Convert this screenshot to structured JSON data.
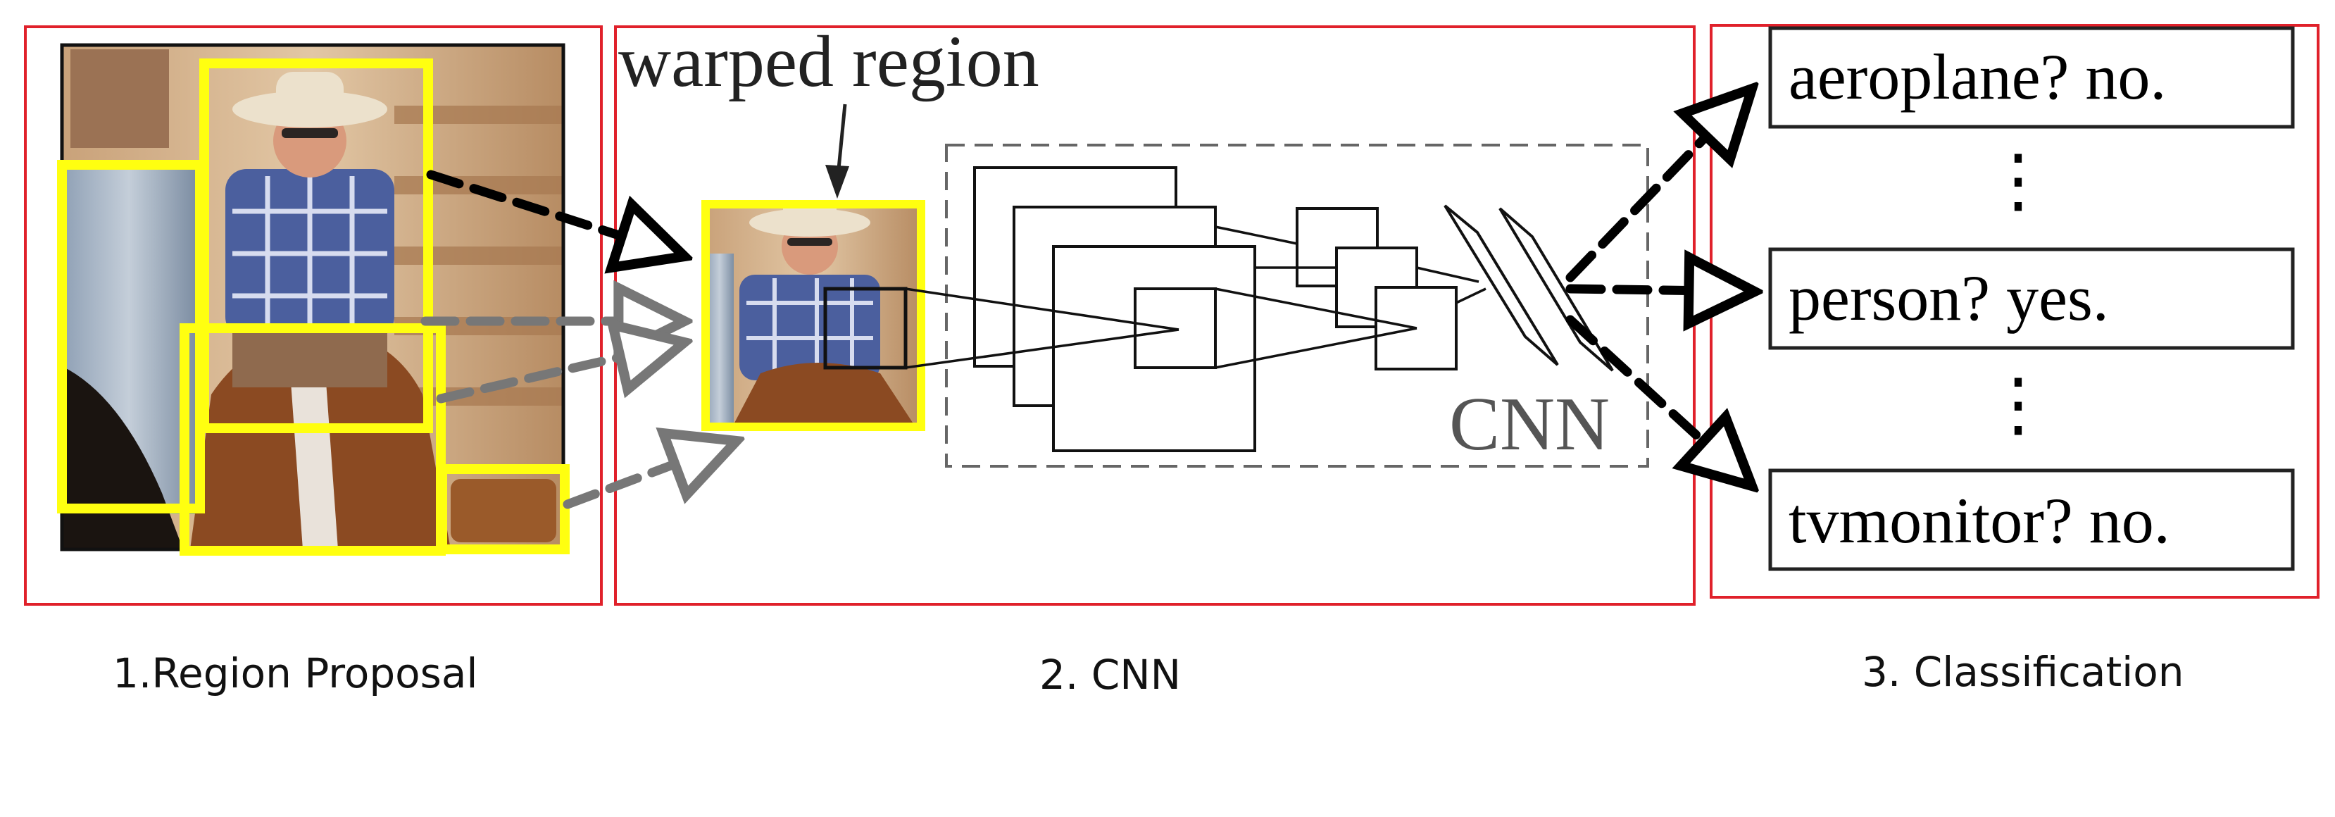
{
  "stages": {
    "region_proposal": {
      "caption": "1.Region Proposal"
    },
    "cnn": {
      "caption": "2. CNN",
      "warped_label": "warped region",
      "network_label": "CNN"
    },
    "classification": {
      "caption": "3. Classification",
      "results": [
        {
          "text": "aeroplane? no."
        },
        {
          "text": "person? yes."
        },
        {
          "text": "tvmonitor? no."
        }
      ],
      "ellipsis": "⋮"
    }
  },
  "colors": {
    "frame": "#e0212b",
    "proposal_box": "#ffff10",
    "arrow_dark": "#000000",
    "arrow_gray": "#777777",
    "cnn_dashed": "#666666",
    "cnn_label": "#555555"
  }
}
